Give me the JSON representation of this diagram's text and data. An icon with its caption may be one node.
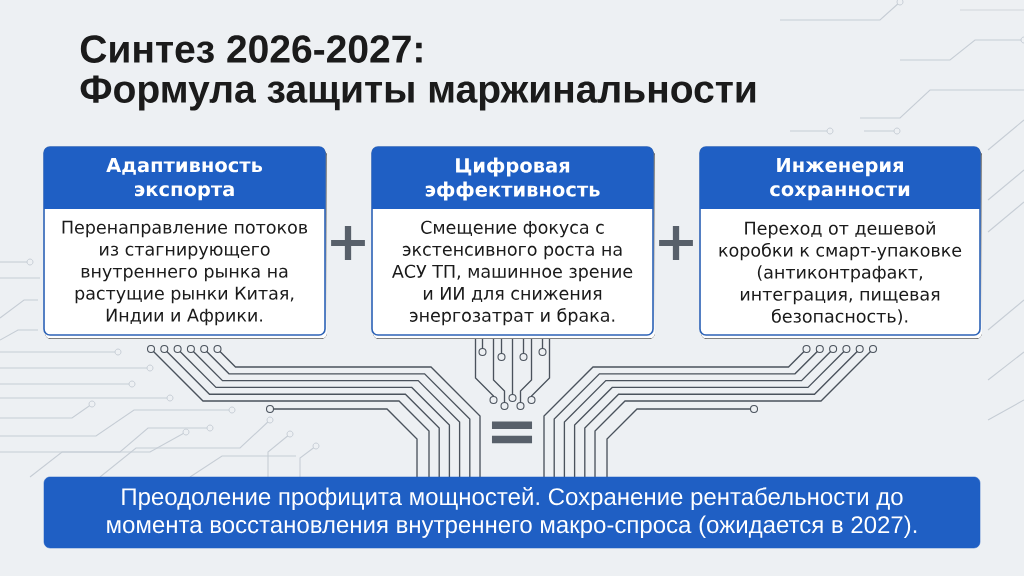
{
  "diagram": {
    "title": "Синтез 2026-2027: Формула защиты маржинальности",
    "nodes": [
      {
        "text": [
          "Адаптивность экспорта",
          "Перенаправление потоков из стагнирующего внутреннего рынка на растущие рынки Китая, Индии и Африки."
        ]
      },
      {
        "text": [
          "Цифровая эффективность",
          "Смещение фокуса с экстенсивного роста на АСУ ТП, машинное зрение и ИИ для снижения энергозатрат и брака."
        ]
      },
      {
        "text": [
          "Инженерия сохранности",
          "Переход от дешевой коробки к смарт-упаковке (антиконтрафакт, интеграция, пищевая безопасность)."
        ]
      },
      {
        "text": [
          "Преодоление профицита мощностей. Сохранение рентабельности до момента восстановления внутреннего макро-спроса (ожидается в 2027)."
        ]
      }
    ],
    "labels": [
      "+",
      "+",
      "="
    ]
  }
}
